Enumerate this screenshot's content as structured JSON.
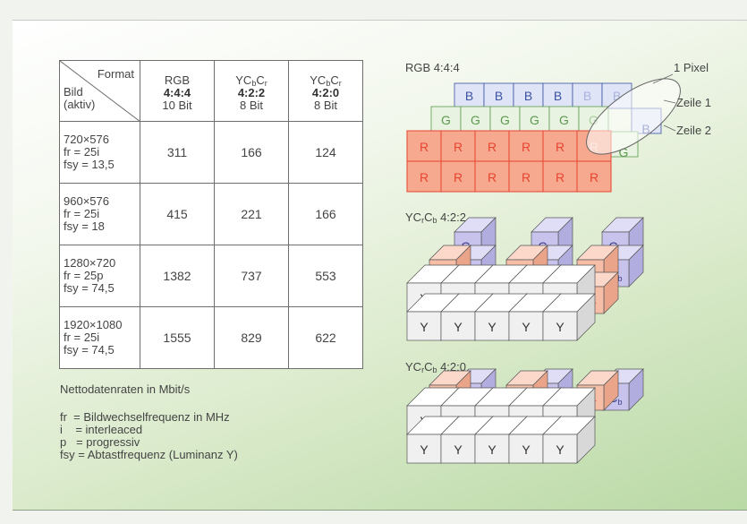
{
  "table": {
    "corner_format": "Format",
    "corner_bild": "Bild",
    "corner_aktiv": "(aktiv)",
    "columns": [
      {
        "pre": "RGB",
        "sub1": "",
        "mid": "",
        "sub2": "",
        "sampling": "4:4:4",
        "bits": "10 Bit"
      },
      {
        "pre": "YC",
        "sub1": "b",
        "mid": "C",
        "sub2": "r",
        "sampling": "4:2:2",
        "bits": "8 Bit"
      },
      {
        "pre": "YC",
        "sub1": "b",
        "mid": "C",
        "sub2": "r",
        "sampling": "4:2:0",
        "bits": "8 Bit"
      }
    ],
    "rows": [
      {
        "res": "720×576",
        "fr": "fr = 25i",
        "fsy": "fsy = 13,5",
        "values": [
          "311",
          "166",
          "124"
        ]
      },
      {
        "res": "960×576",
        "fr": "fr = 25i",
        "fsy": "fsy = 18",
        "values": [
          "415",
          "221",
          "166"
        ]
      },
      {
        "res": "1280×720",
        "fr": "fr = 25p",
        "fsy": "fsy = 74,5",
        "values": [
          "1382",
          "737",
          "553"
        ]
      },
      {
        "res": "1920×1080",
        "fr": "fr = 25i",
        "fsy": "fsy = 74,5",
        "values": [
          "1555",
          "829",
          "622"
        ]
      }
    ]
  },
  "notes": {
    "title": "Nettodatenraten in Mbit/s",
    "legend": [
      "fr  = Bildwechselfrequenz in MHz",
      "i    = interleaced",
      "p   = progressiv",
      "fsy = Abtastfrequenz (Luminanz Y)"
    ]
  },
  "diagram": {
    "rgb_title": "RGB 4:4:4",
    "ycc422_title_pre": "YC",
    "ycc422_sub1": "r",
    "ycc422_mid": "C",
    "ycc422_sub2": "b",
    "ycc422_post": " 4:2:2",
    "ycc420_title_pre": "YC",
    "ycc420_sub1": "r",
    "ycc420_mid": "C",
    "ycc420_sub2": "b",
    "ycc420_post": " 4:2:0",
    "pixel_label": "1 Pixel",
    "row1_label": "Zeile 1",
    "row2_label": "Zeile 2",
    "glyph_r": "R",
    "glyph_g": "G",
    "glyph_b": "B",
    "glyph_y": "Y",
    "glyph_c": "C",
    "glyph_sub_b": "b",
    "glyph_sub_r": "r",
    "colors": {
      "red": "#e7442f",
      "green": "#5b9a4e",
      "blue": "#3c52a3",
      "red_fill": "#f6a98f",
      "green_fill": "#e9f3e1",
      "blue_fill": "#dfe4f6",
      "cb_fill": "#c7c3ec",
      "cr_fill": "#f7bea7"
    }
  }
}
